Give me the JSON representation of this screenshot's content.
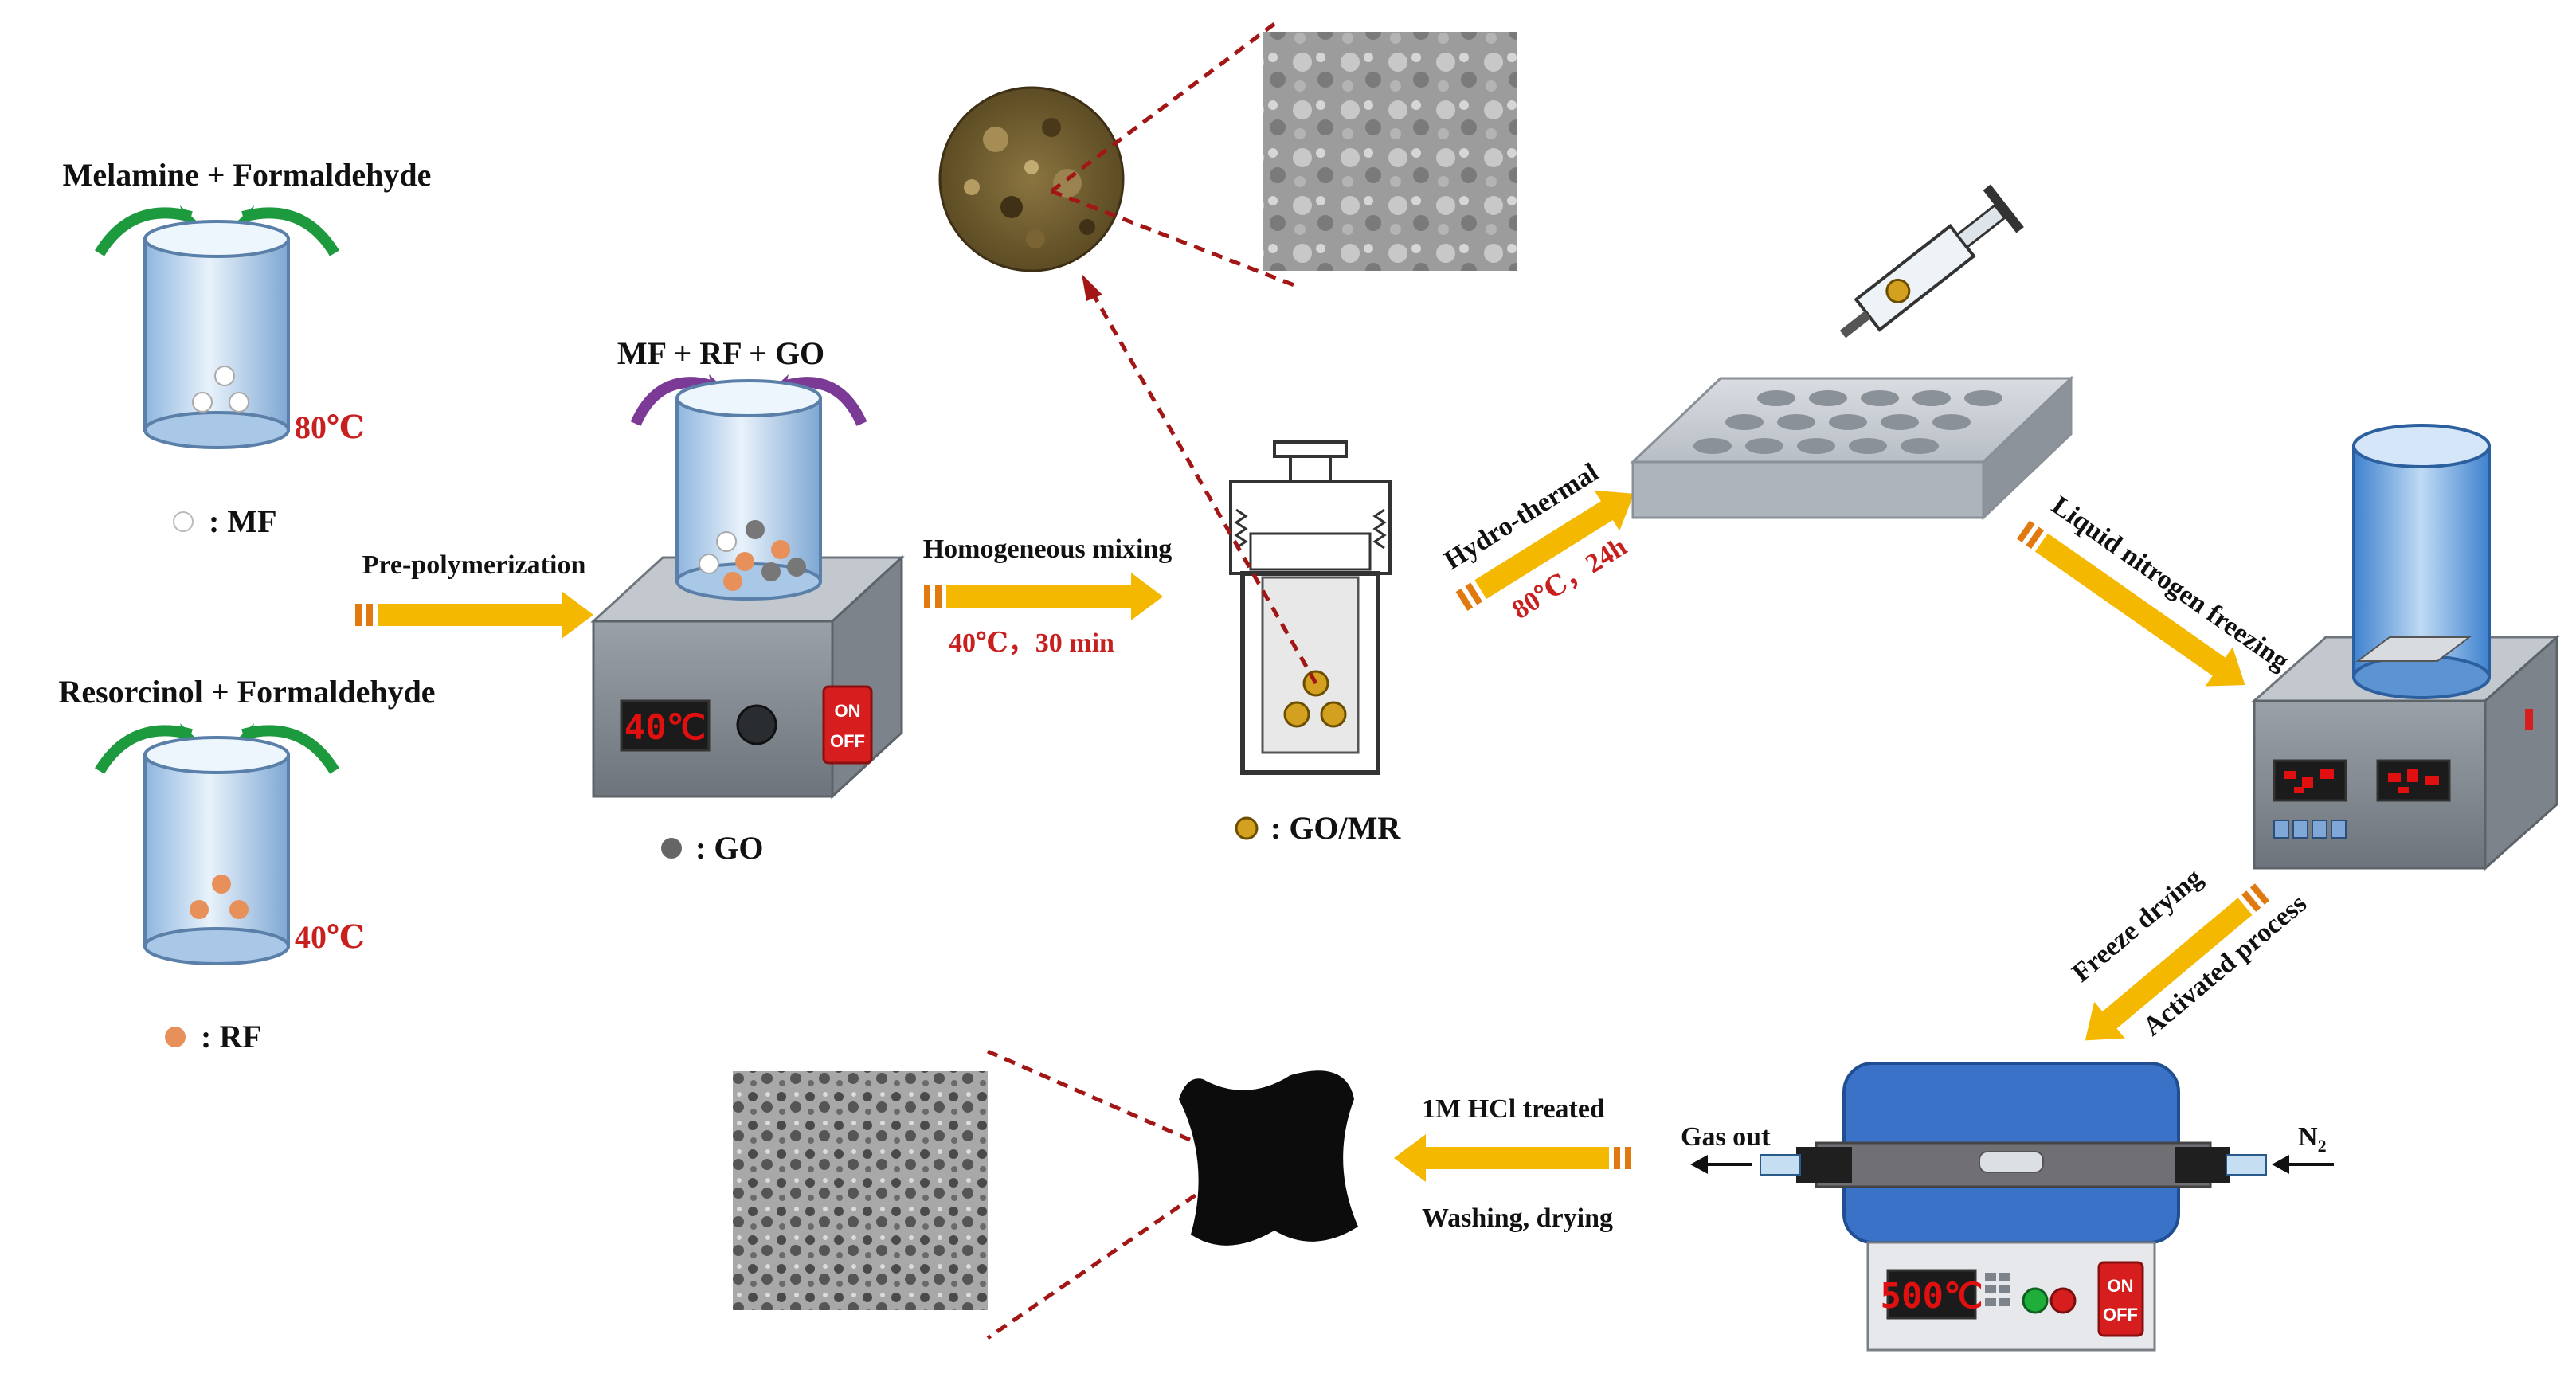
{
  "labels": {
    "melamine_formaldehyde": "Melamine + Formaldehyde",
    "resorcinol_formaldehyde": "Resorcinol + Formaldehyde",
    "mf_rf_go": "MF + RF + GO",
    "legend_mf": ": MF",
    "legend_rf": ": RF",
    "legend_go": ": GO",
    "legend_gomr": ": GO/MR",
    "gas_out": "Gas out",
    "n2": "N",
    "n2_sub": "2"
  },
  "temperatures": {
    "mf": "80℃",
    "rf": "40℃"
  },
  "steps": {
    "prepolymerization": "Pre-polymerization",
    "homogeneous_mixing": "Homogeneous mixing",
    "mixing_condition": "40℃，30 min",
    "hydrothermal": "Hydro-thermal",
    "hydrothermal_condition": "80℃，24h",
    "liquid_nitrogen_freezing": "Liquid nitrogen freezing",
    "freeze_drying": "Freeze drying",
    "activated_process": "Activated process",
    "hcl_treated": "1M HCl treated",
    "washing_drying": "Washing, drying"
  },
  "devices": {
    "stirrer_display": "40℃",
    "furnace_display": "500℃",
    "on": "ON",
    "off": "OFF"
  },
  "colors": {
    "arrow_yellow": "#f5b800",
    "arrow_tail": "#e07a10",
    "curved_green": "#1e9a3e",
    "curved_purple": "#7a3a96",
    "temp_red": "#c8201f",
    "dashed_red": "#a31616",
    "furnace_blue": "#3a72c8",
    "rf_dot": "#e8905a",
    "go_dot": "#666666",
    "gomr_dot": "#d4a020"
  }
}
